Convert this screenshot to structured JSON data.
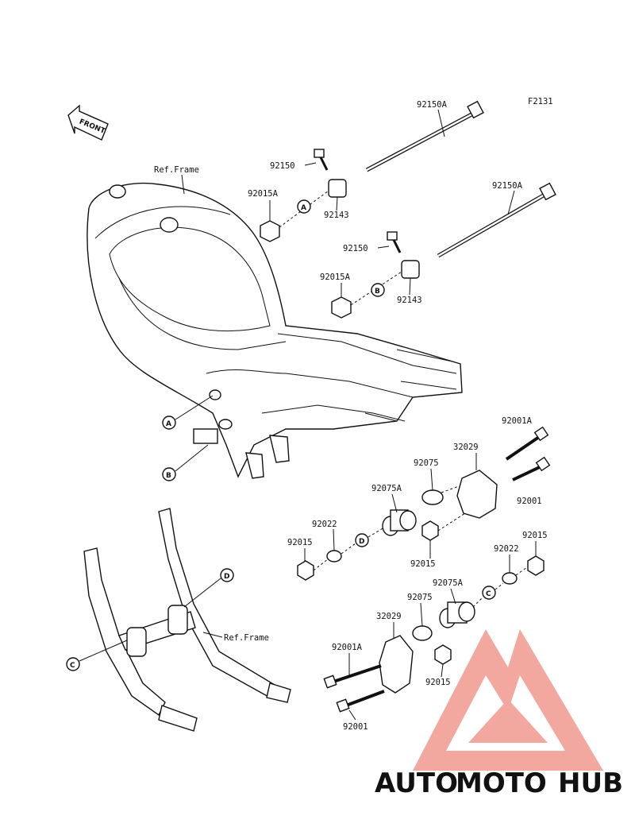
{
  "figure_code": "F2131",
  "front_label": "FRONT",
  "ref_frame_label": "Ref.Frame",
  "callouts": [
    "A",
    "B",
    "C",
    "D"
  ],
  "part_numbers": {
    "p92150A_1": "92150A",
    "p92150_1": "92150",
    "p92015A_1": "92015A",
    "p92143_1": "92143",
    "p92150A_2": "92150A",
    "p92150_2": "92150",
    "p92015A_2": "92015A",
    "p92143_2": "92143",
    "p92001A_1": "92001A",
    "p32029_1": "32029",
    "p92075_1": "92075",
    "p92075A_1": "92075A",
    "p92001_1": "92001",
    "p92022_1": "92022",
    "p92015_1": "92015",
    "p92015_2": "92015",
    "p92015_3": "92015",
    "p92022_2": "92022",
    "p92075A_2": "92075A",
    "p92075_2": "92075",
    "p32029_2": "32029",
    "p92001A_2": "92001A",
    "p92015_4": "92015",
    "p92001_2": "92001"
  },
  "watermark": {
    "part1": "AUTO",
    "part2": "MOTO",
    "part3": "HUB",
    "color_light": "#f5c46a",
    "color_red": "#e96a5e",
    "color_gray": "#8f8f8f"
  }
}
